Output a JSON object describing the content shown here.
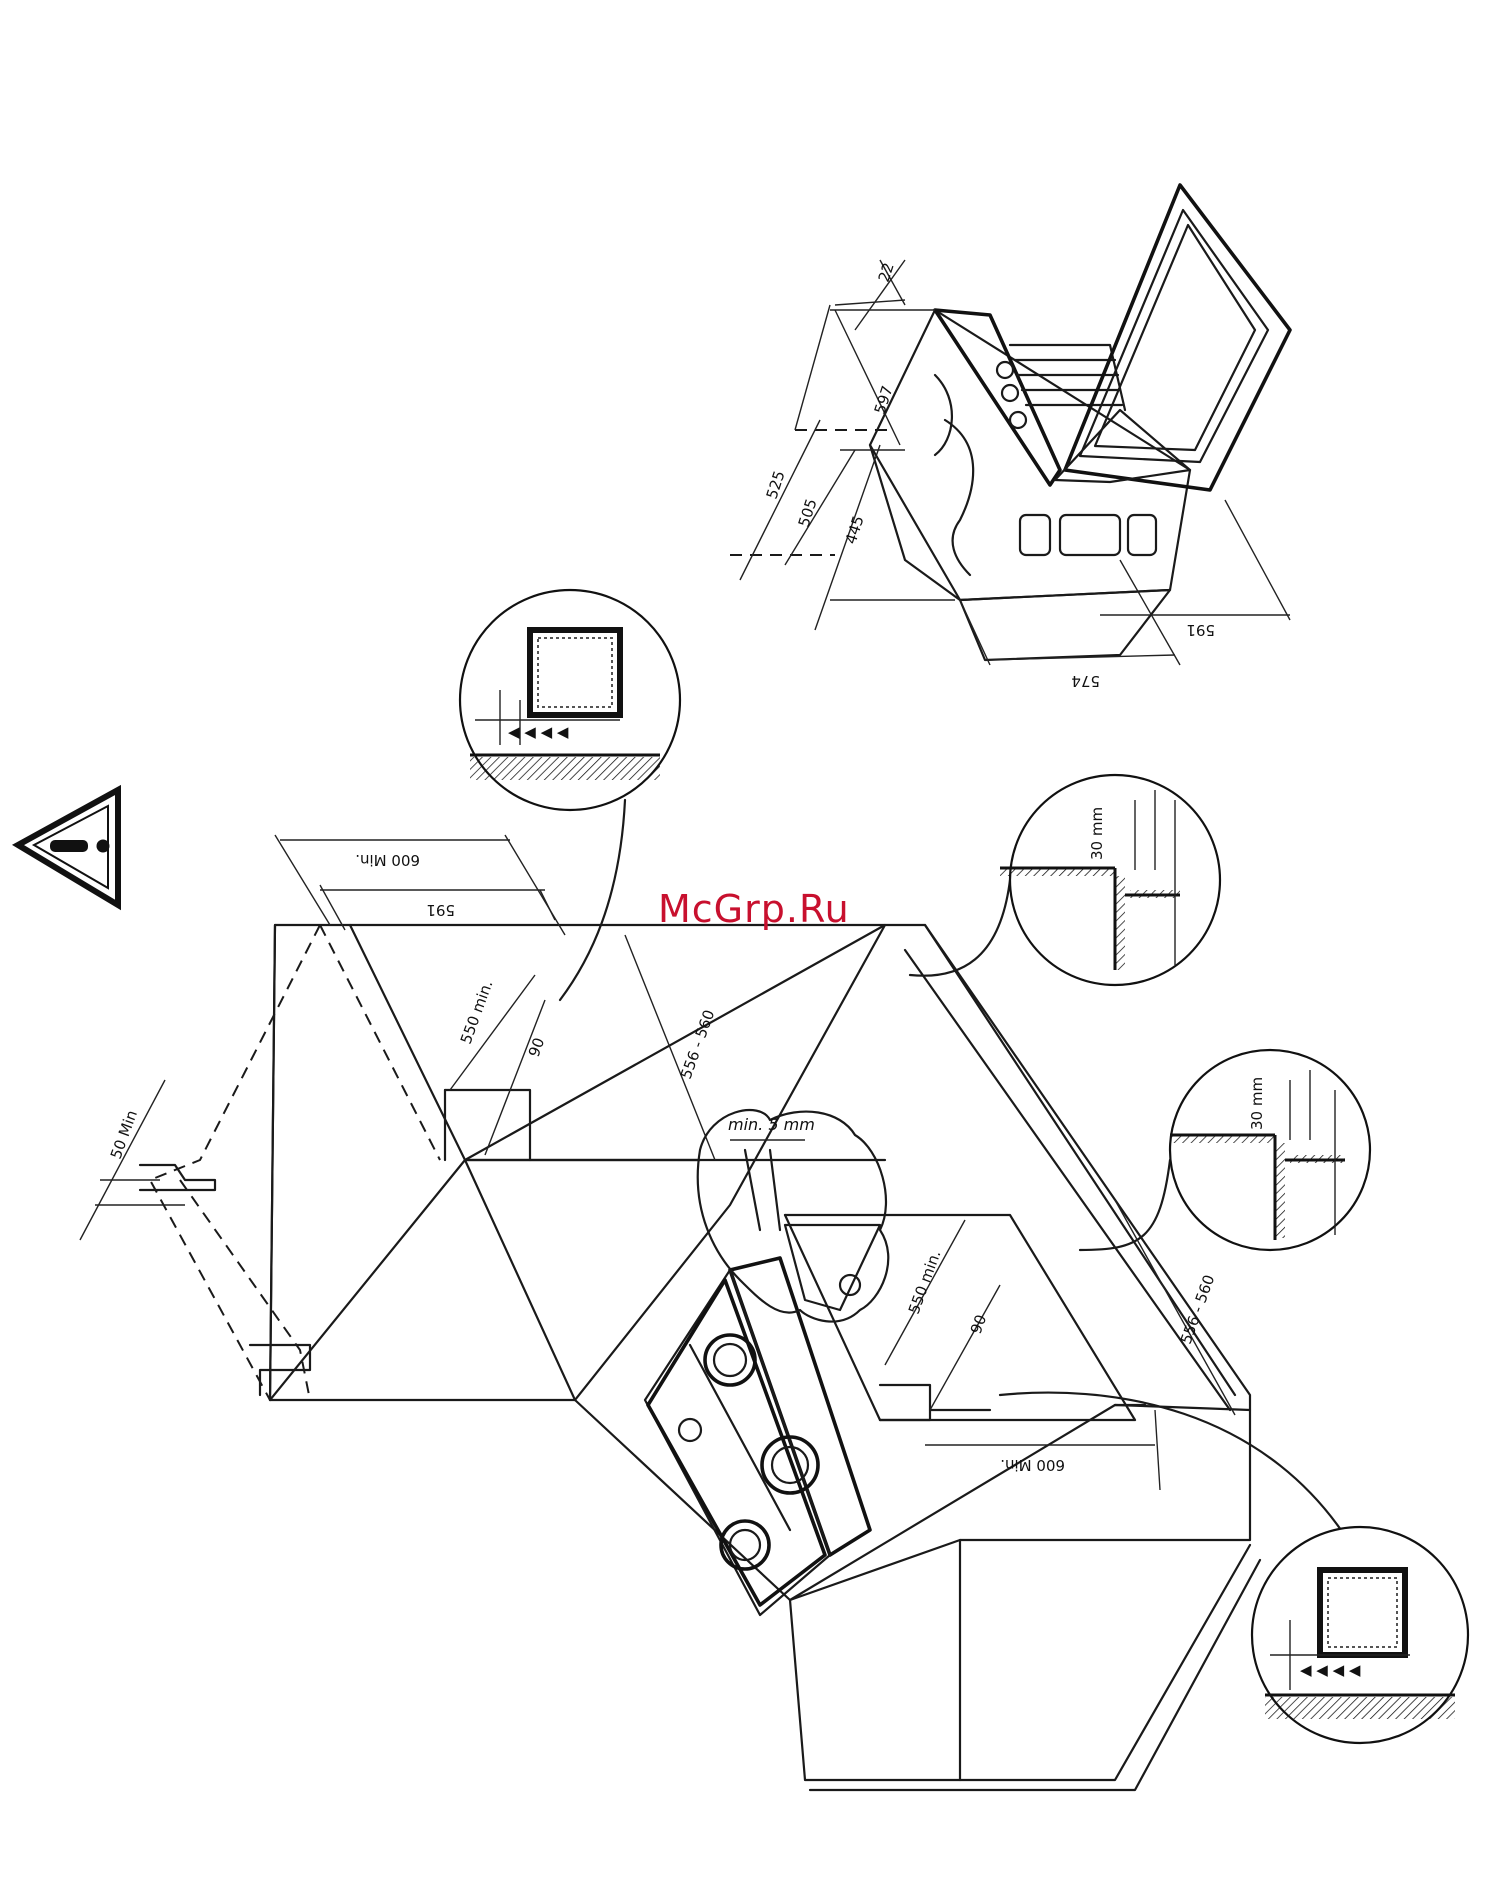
{
  "watermark": {
    "text": "McGrp.Ru",
    "color": "#c8102e"
  },
  "warning": {
    "icon": "warning-triangle-icon"
  },
  "oven_dimensions": {
    "height_overall": "597",
    "top_offset": "22",
    "depth_with_door": "525",
    "depth_body": "505",
    "body_height": "445",
    "width_body": "574",
    "width_overall": "591"
  },
  "left_cabinet": {
    "width_min": "600 Min.",
    "width_opening": "591",
    "depth_min": "550 min.",
    "height_range": "556 - 560",
    "vent_gap": "90",
    "clearance": "50 Min"
  },
  "right_cabinet": {
    "gap_min": "min. 5 mm",
    "depth_min": "550 min.",
    "vent_gap": "90",
    "height_range": "556 - 560",
    "width_min": "600 Min."
  },
  "detail_callouts": {
    "top_gap": "30 mm",
    "mid_gap": "30 mm"
  }
}
